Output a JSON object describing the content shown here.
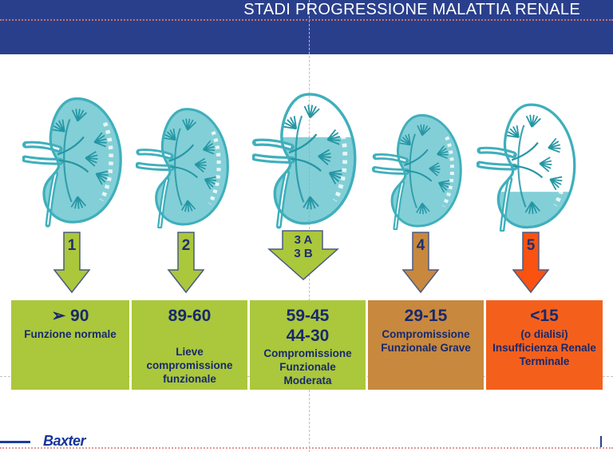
{
  "slide": {
    "title": "STADI PROGRESSIONE MALATTIA RENALE"
  },
  "colors": {
    "header_blue": "#2A3F8C",
    "navy_text": "#17296E",
    "stage_green": "#ABC73C",
    "stage_brown_orange": "#C8883E",
    "stage_orange_red_box": "#F4601C",
    "stage_orange_red_arrow": "#F95211",
    "kidney_outline_teal": "#3FAFBC",
    "kidney_fill_teal": "#5ABFC9",
    "kidney_detail_teal": "#2596A4"
  },
  "stages": [
    {
      "arrow_label": "1",
      "arrow_label2": "",
      "arrow_color": "#ABC73C",
      "box_color": "#ABC73C",
      "gfr": "➢ 90",
      "gfr2": "",
      "desc": [
        "Funzione normale"
      ],
      "kidney_fill_level": 1.0
    },
    {
      "arrow_label": "2",
      "arrow_label2": "",
      "arrow_color": "#ABC73C",
      "box_color": "#ABC73C",
      "gfr": "89-60",
      "gfr2": "",
      "desc": [
        "Lieve",
        "compromissione",
        "funzionale"
      ],
      "kidney_fill_level": 1.0
    },
    {
      "arrow_label": "3 A",
      "arrow_label2": "3 B",
      "arrow_color": "#ABC73C",
      "box_color": "#ABC73C",
      "gfr": "59-45",
      "gfr2": "44-30",
      "desc": [
        "Compromissione",
        "Funzionale",
        "Moderata"
      ],
      "kidney_fill_level": 0.65
    },
    {
      "arrow_label": "4",
      "arrow_label2": "",
      "arrow_color": "#C8883E",
      "box_color": "#C8883E",
      "gfr": "29-15",
      "gfr2": "",
      "desc": [
        "Compromissione",
        "Funzionale Grave"
      ],
      "kidney_fill_level": 0.95
    },
    {
      "arrow_label": "5",
      "arrow_label2": "",
      "arrow_color": "#F95211",
      "box_color": "#F4601C",
      "gfr": "<15",
      "gfr2": "",
      "desc": [
        "(o dialisi)",
        "Insufficienza Renale",
        "Terminale"
      ],
      "kidney_fill_level": 0.3
    }
  ],
  "footer": {
    "logo_text": "Baxter"
  }
}
